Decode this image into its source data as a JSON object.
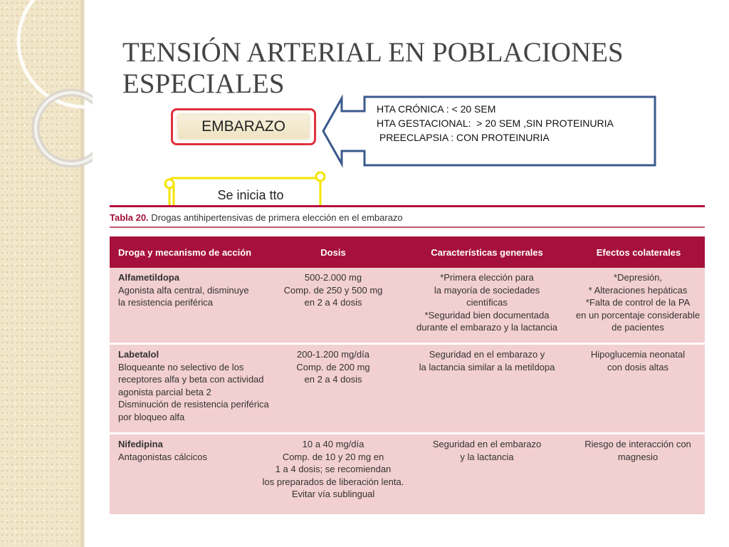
{
  "title_lines": [
    "TENSIÓN ARTERIAL EN POBLACIONES",
    "ESPECIALES"
  ],
  "embarazo_label": "EMBARAZO",
  "callout_lines": [
    "HTA CRÓNICA : < 20 SEM",
    "HTA GESTACIONAL:  > 20 SEM ,SIN PROTEINURIA",
    " PREECLAPSIA : CON PROTEINURIA"
  ],
  "scroll_label": "Se inicia tto",
  "colors": {
    "table_header": "#a6113b",
    "table_row": "#f2cfd0",
    "embarazo_border": "#e0313c",
    "callout_border": "#3b5a8c",
    "scroll_border": "#f5e400"
  },
  "table": {
    "caption_number": "Tabla 20.",
    "caption_text": " Drogas antihipertensivas de primera elección en el embarazo",
    "headers": [
      "Droga y mecanismo de acción",
      "Dosis",
      "Características generales",
      "Efectos colaterales"
    ],
    "rows": [
      {
        "name": "Alfametildopa",
        "mechanism": [
          "Agonista alfa central, disminuye",
          "la resistencia periférica"
        ],
        "dosis": [
          "500-2.000 mg",
          "Comp. de 250 y 500 mg",
          "en 2 a 4 dosis"
        ],
        "caracteristicas": [
          "*Primera elección para",
          "la mayoría de sociedades",
          "científicas",
          "*Seguridad bien documentada",
          "durante el embarazo y la lactancia"
        ],
        "efectos": [
          "*Depresión,",
          "* Alteraciones hepáticas",
          "*Falta de control de la PA",
          "en un porcentaje considerable",
          "de pacientes"
        ]
      },
      {
        "name": "Labetalol",
        "mechanism": [
          "Bloqueante no selectivo de los",
          "receptores alfa y beta con actividad",
          "agonista parcial beta 2",
          "Disminución de resistencia periférica",
          "por bloqueo alfa"
        ],
        "dosis": [
          "200-1.200 mg/día",
          "Comp. de 200 mg",
          "en 2 a 4 dosis"
        ],
        "caracteristicas": [
          "Seguridad en el embarazo y",
          "la lactancia similar a la metildopa"
        ],
        "efectos": [
          "",
          "Hipoglucemia neonatal",
          "con dosis altas"
        ]
      },
      {
        "name": "Nifedipina",
        "mechanism": [
          "Antagonistas cálcicos"
        ],
        "dosis": [
          "10 a 40 mg/día",
          "Comp. de 10 y 20 mg en",
          "1 a 4 dosis; se recomiendan",
          "los preparados de liberación lenta.",
          "Evitar vía sublingual"
        ],
        "caracteristicas": [
          "Seguridad en el embarazo",
          "y la lactancia"
        ],
        "efectos": [
          "Riesgo de interacción con",
          "magnesio"
        ]
      }
    ]
  }
}
